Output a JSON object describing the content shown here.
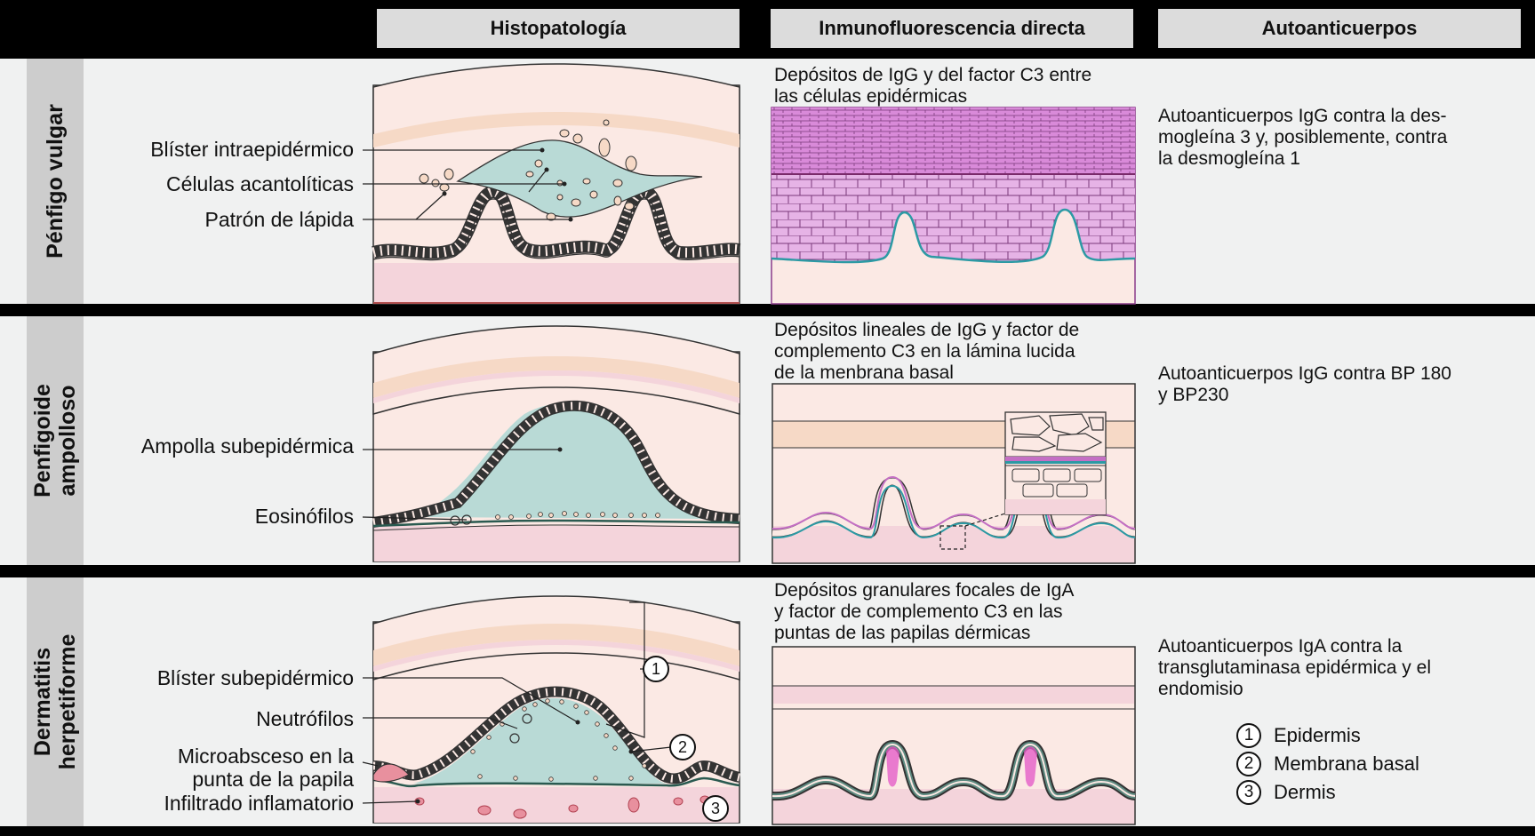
{
  "headers": {
    "histopathology": "Histopatología",
    "immunofluorescence": "Inmunofluorescencia directa",
    "autoantibodies": "Autoanticuerpos"
  },
  "rows": [
    {
      "title_lines": [
        "Pénfigo vulgar"
      ],
      "labels": [
        "Blíster intraepidérmico",
        "Células acantolíticas",
        "Patrón de lápida"
      ],
      "if_caption_lines": [
        "Depósitos de IgG y del factor C3 entre",
        "las células epidérmicas"
      ],
      "autoantibodies_lines": [
        "Autoanticuerpos IgG contra la des-",
        "mogleína 3 y, posiblemente, contra",
        "la desmogleína 1"
      ]
    },
    {
      "title_lines": [
        "Penfigoide",
        "ampolloso"
      ],
      "labels": [
        "Ampolla subepidérmica",
        "Eosinófilos"
      ],
      "if_caption_lines": [
        "Depósitos lineales de IgG y factor de",
        "complemento C3 en la lámina lucida",
        "de la menbrana basal"
      ],
      "autoantibodies_lines": [
        "Autoanticuerpos IgG contra BP 180",
        "y BP230"
      ]
    },
    {
      "title_lines": [
        "Dermatitis",
        "herpetiforme"
      ],
      "labels": [
        "Blíster subepidérmico",
        "Neutrófilos",
        "Microabsceso en la",
        "punta de la papila",
        "Infiltrado inflamatorio"
      ],
      "if_caption_lines": [
        "Depósitos granulares focales de IgA",
        "y factor de complemento C3 en las",
        "puntas de las papilas dérmicas"
      ],
      "autoantibodies_lines": [
        "Autoanticuerpos IgA contra la",
        "transglutaminasa epidérmica y el",
        "endomisio"
      ]
    }
  ],
  "legend": [
    {
      "num": "1",
      "label": "Epidermis"
    },
    {
      "num": "2",
      "label": "Membrana basal"
    },
    {
      "num": "3",
      "label": "Dermis"
    }
  ],
  "colors": {
    "skin": "#fbe9e4",
    "skin_band": "#f6d9c6",
    "dermis": "#f4d4db",
    "blister": "#b9dad6",
    "magenta": "#c46fc4",
    "teal": "#2c9aa4",
    "pink_spot": "#e8909e"
  }
}
